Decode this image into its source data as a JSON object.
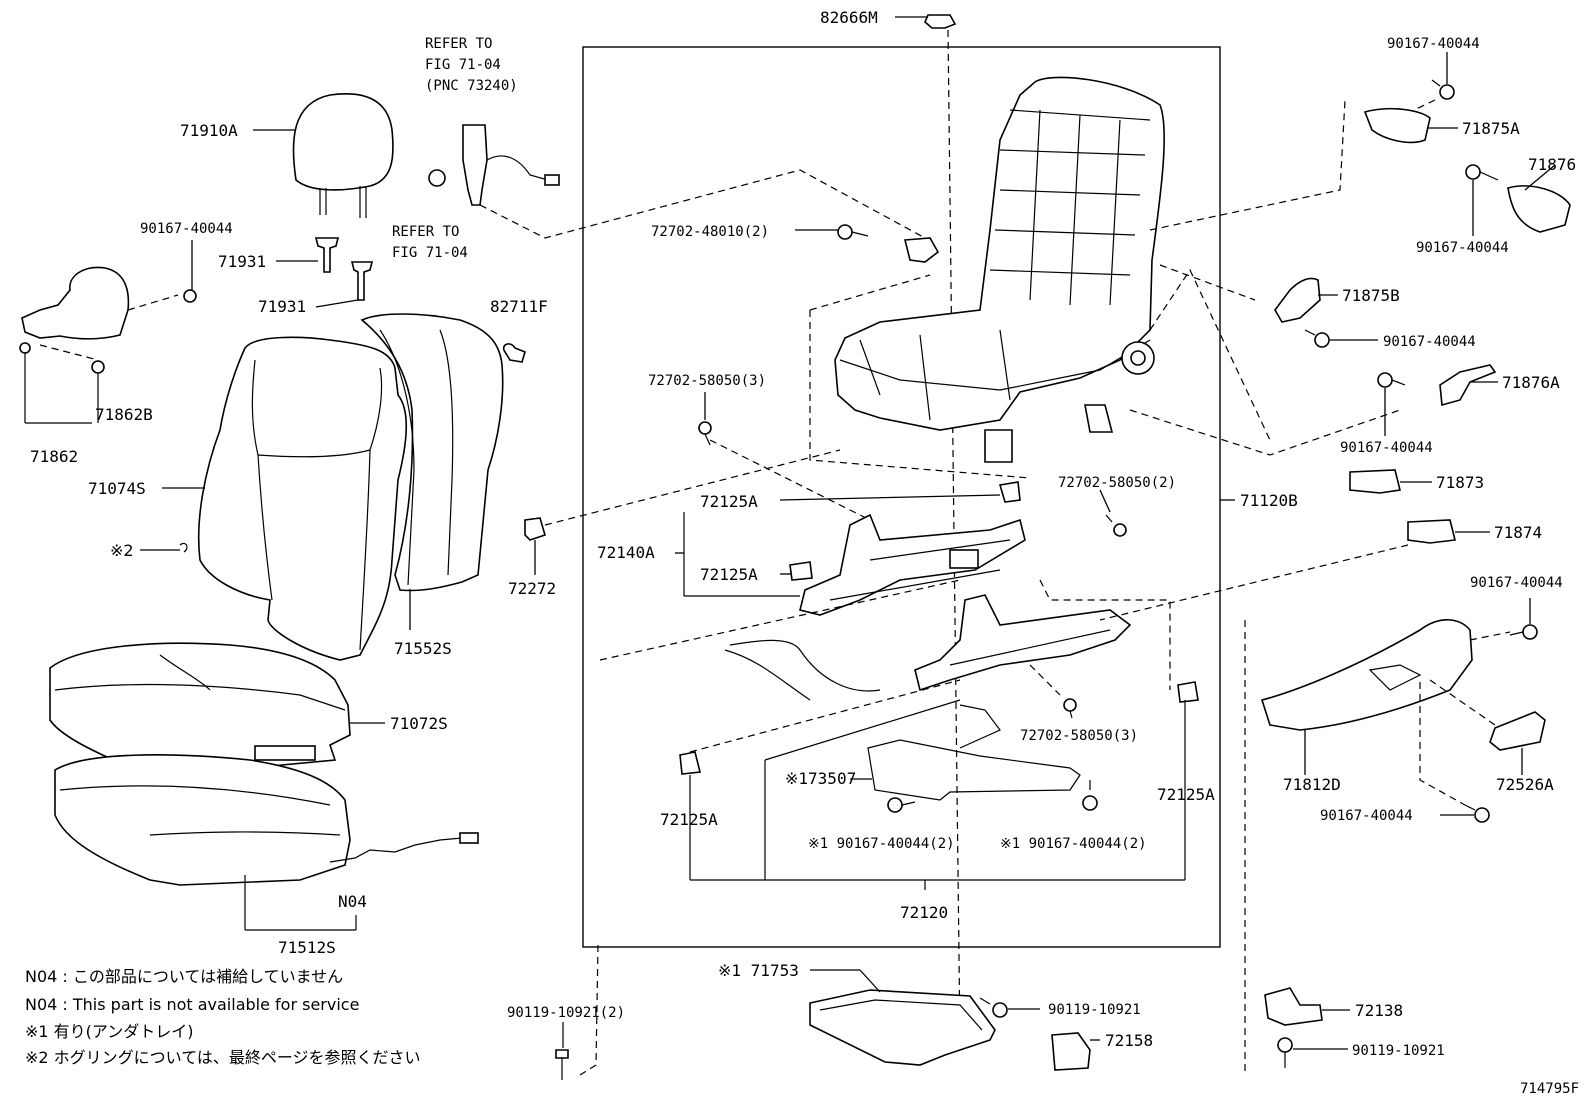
{
  "labels": {
    "p82666M": "82666M",
    "refer1_l1": "REFER TO",
    "refer1_l2": "FIG 71-04",
    "refer1_l3": "(PNC 73240)",
    "refer2_l1": "REFER TO",
    "refer2_l2": "FIG 71-04",
    "p71910A": "71910A",
    "p90167_tl": "90167-40044",
    "p71931a": "71931",
    "p71931b": "71931",
    "p82711F": "82711F",
    "p71862B": "71862B",
    "p71862": "71862",
    "p71074S": "71074S",
    "mark2": "※2",
    "p71552S": "71552S",
    "p71072S": "71072S",
    "pN04": "N04",
    "p71512S": "71512S",
    "p72702_48010": "72702-48010(2)",
    "p72702_58050_3a": "72702-58050(3)",
    "p72125A_1": "72125A",
    "p72140A": "72140A",
    "p72125A_2": "72125A",
    "p72272": "72272",
    "p72702_58050_2": "72702-58050(2)",
    "p71120B": "71120B",
    "p72702_58050_3b": "72702-58050(3)",
    "p73507": "※173507",
    "p72125A_3": "72125A",
    "p72125A_4": "72125A",
    "p90167_x1a": "※1 90167-40044(2)",
    "p90167_x1b": "※1 90167-40044(2)",
    "p72120": "72120",
    "p71753": "※1 71753",
    "p90119_2": "90119-10921(2)",
    "p90119_c": "90119-10921",
    "p72158": "72158",
    "p72138": "72138",
    "p90119_r": "90119-10921",
    "p90167_r1": "90167-40044",
    "p71875A": "71875A",
    "p71876": "71876",
    "p90167_r2": "90167-40044",
    "p71875B": "71875B",
    "p90167_r3": "90167-40044",
    "p71876A": "71876A",
    "p90167_r4": "90167-40044",
    "p71873": "71873",
    "p71874": "71874",
    "p90167_r5": "90167-40044",
    "p71812D": "71812D",
    "p72526A": "72526A",
    "p90167_r6": "90167-40044",
    "figno": "714795F"
  },
  "notes": {
    "n1": "N04 : この部品については補給していません",
    "n2": "N04 : This part is not available for service",
    "n3": "※1 有り(アンダトレイ)",
    "n4": "※2 ホグリングについては、最終ページを参照ください"
  }
}
